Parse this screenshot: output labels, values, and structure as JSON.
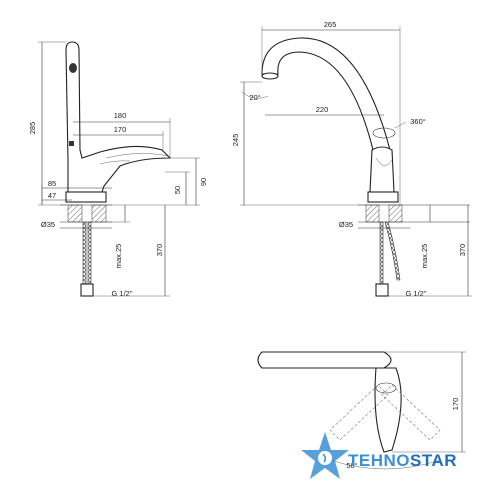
{
  "side_view": {
    "height_total": "285",
    "reach_outer": "180",
    "reach_inner": "170",
    "handle_height": "90",
    "spout_outlet_height": "50",
    "base_offset": "85",
    "base_width": "47",
    "hole_diameter": "Ø35",
    "max_thickness": "max.25",
    "hose_length": "370",
    "thread": "G 1/2\""
  },
  "front_view": {
    "spout_width": "265",
    "spout_reach": "220",
    "spout_height": "245",
    "rotation": "360°",
    "outlet_angle": "20°",
    "hole_diameter": "Ø35",
    "max_thickness": "max.25",
    "hose_length": "370",
    "thread": "G 1/2\""
  },
  "top_view": {
    "depth": "170",
    "handle_angle": "50°"
  },
  "logo": {
    "part1": "TEHNO",
    "part2": "STAR",
    "color1": "#3b8fd6",
    "color2": "#1f6fb8"
  }
}
